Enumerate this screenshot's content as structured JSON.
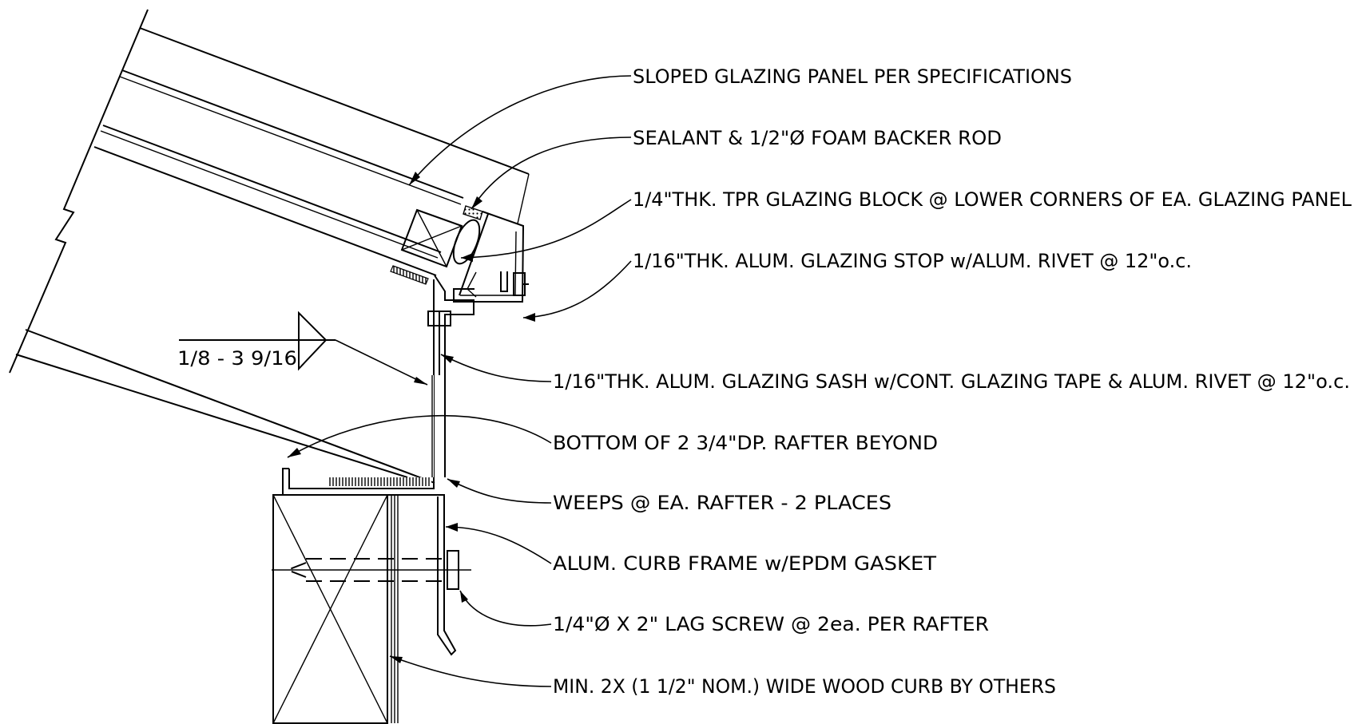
{
  "callouts": [
    "SLOPED GLAZING PANEL PER SPECIFICATIONS",
    "SEALANT & 1/2\"Ø FOAM BACKER ROD",
    "1/4\"THK. TPR GLAZING BLOCK @ LOWER CORNERS OF EA. GLAZING PANEL",
    "1/16\"THK. ALUM. GLAZING STOP w/ALUM. RIVET @ 12\"o.c.",
    "1/16\"THK. ALUM. GLAZING SASH w/CONT. GLAZING TAPE & ALUM. RIVET @ 12\"o.c.",
    "BOTTOM OF 2 3/4\"DP. RAFTER BEYOND",
    "WEEPS @ EA. RAFTER - 2 PLACES",
    "ALUM. CURB FRAME w/EPDM GASKET",
    "1/4\"Ø X 2\" LAG SCREW @ 2ea. PER RAFTER",
    "MIN. 2X (1 1/2\" NOM.) WIDE WOOD CURB BY OTHERS"
  ],
  "slope_tag": "1/8 - 3 9/16",
  "colors": {
    "ink": "#000000",
    "background": "#ffffff"
  }
}
